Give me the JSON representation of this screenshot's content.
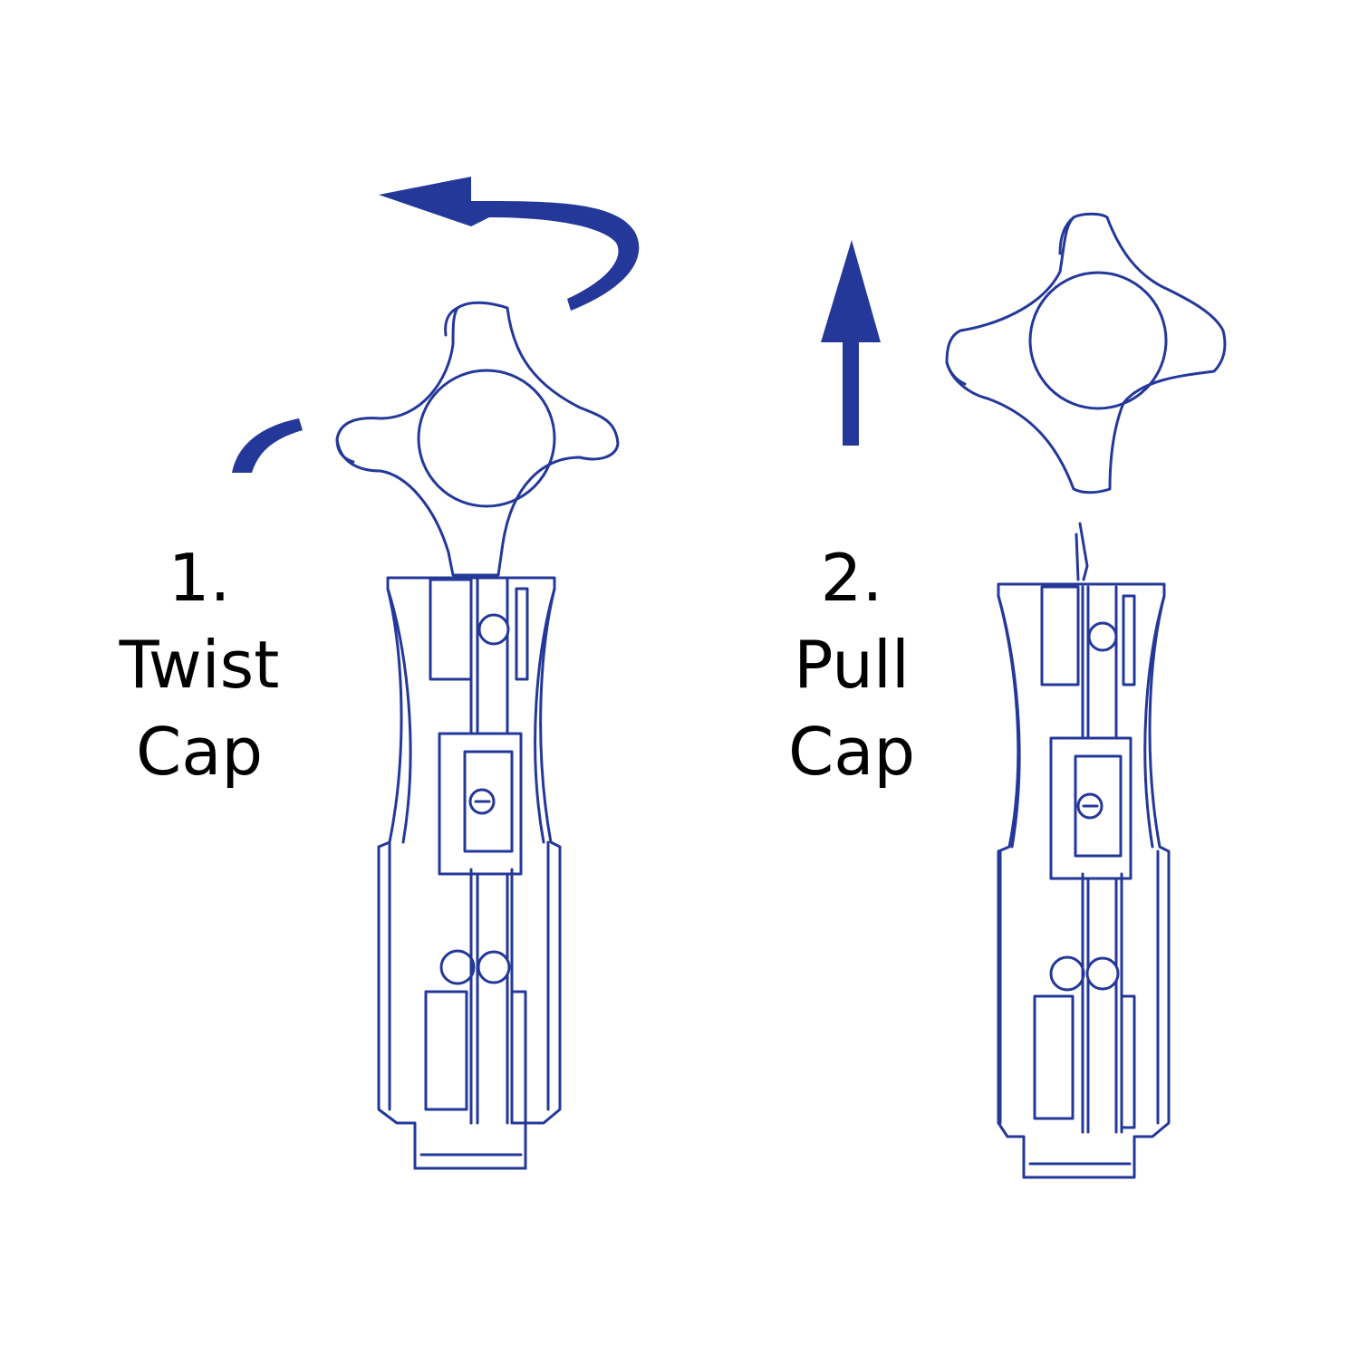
{
  "steps": [
    {
      "number": "1.",
      "line1": "Twist",
      "line2": "Cap",
      "action": "twist"
    },
    {
      "number": "2.",
      "line1": "Pull",
      "line2": "Cap",
      "action": "pull"
    }
  ],
  "colors": {
    "ink": "#24389a",
    "text": "#000000",
    "background": "#ffffff"
  },
  "icons": {
    "twist": "curved-rotate-arrow-icon",
    "pull": "up-arrow-icon",
    "cap": "four-lobed-cap-icon",
    "device": "lancet-device-icon"
  }
}
